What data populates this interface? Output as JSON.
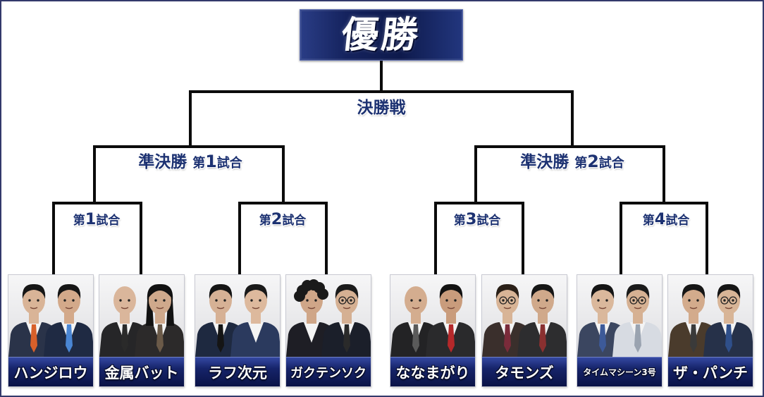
{
  "title": "優勝",
  "final": {
    "label": "決勝戦"
  },
  "semifinals": [
    {
      "prefix": "準決勝",
      "match": "第1試合"
    },
    {
      "prefix": "準決勝",
      "match": "第2試合"
    }
  ],
  "first_round": [
    {
      "match": "第1試合",
      "teams": [
        "ハンジロウ",
        "金属バット"
      ]
    },
    {
      "match": "第2試合",
      "teams": [
        "ラフ次元",
        "ガクテンソク"
      ]
    },
    {
      "match": "第3試合",
      "teams": [
        "ななまがり",
        "タモンズ"
      ]
    },
    {
      "match": "第4試合",
      "teams": [
        "タイムマシーン3号",
        "ザ・パンチ"
      ]
    }
  ],
  "theme": {
    "navy": "#16246a",
    "label_text": "#1d3272",
    "bracket_line": "#0b0b0b"
  }
}
